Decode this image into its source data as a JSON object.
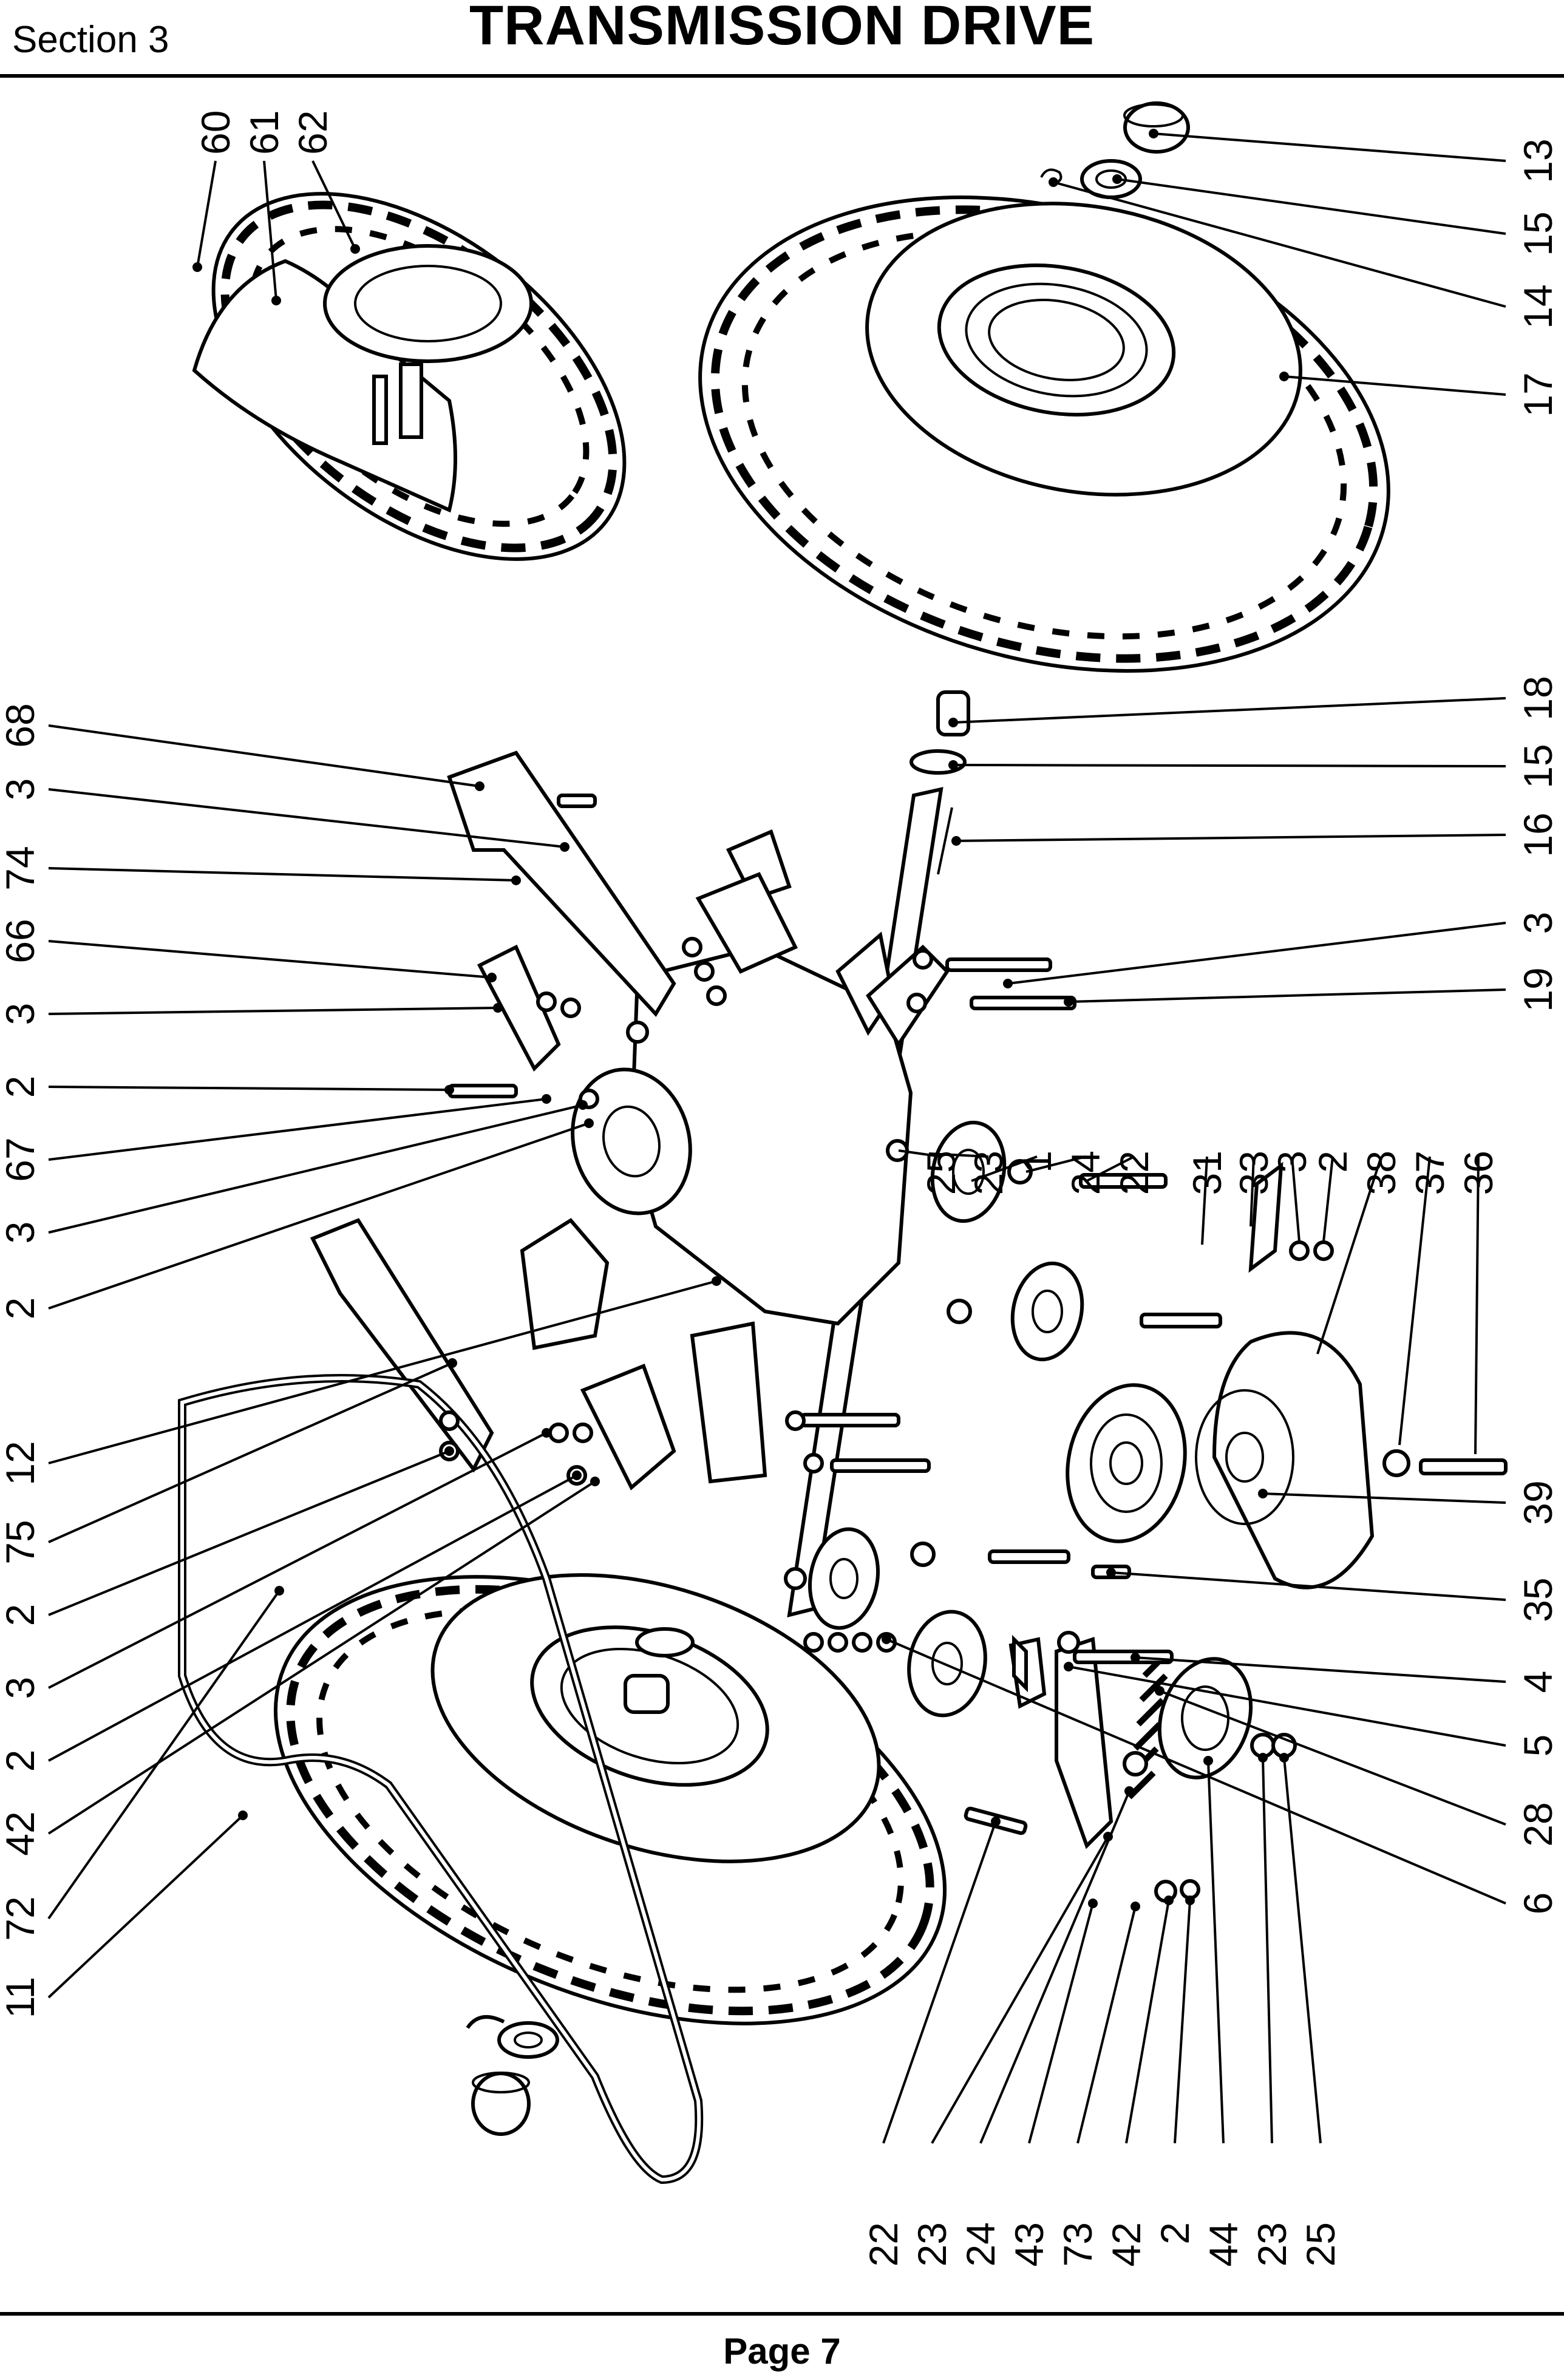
{
  "header": {
    "section": "Section 3",
    "title": "TRANSMISSION DRIVE"
  },
  "footer": {
    "page": "Page 7"
  },
  "callouts": {
    "top_left": [
      "60",
      "61",
      "62"
    ],
    "left": [
      "68",
      "3",
      "74",
      "66",
      "3",
      "2",
      "67",
      "3",
      "2",
      "12",
      "75",
      "2",
      "3",
      "2",
      "42",
      "72",
      "11"
    ],
    "right": [
      "13",
      "15",
      "14",
      "17",
      "18",
      "15",
      "16",
      "3",
      "19",
      "39",
      "35",
      "4",
      "5",
      "28",
      "6"
    ],
    "middle": [
      "25",
      "23",
      "1",
      "24",
      "22",
      "31",
      "33",
      "3",
      "2",
      "38",
      "37",
      "36"
    ],
    "bottom": [
      "22",
      "23",
      "24",
      "43",
      "73",
      "42",
      "2",
      "44",
      "23",
      "25"
    ]
  }
}
